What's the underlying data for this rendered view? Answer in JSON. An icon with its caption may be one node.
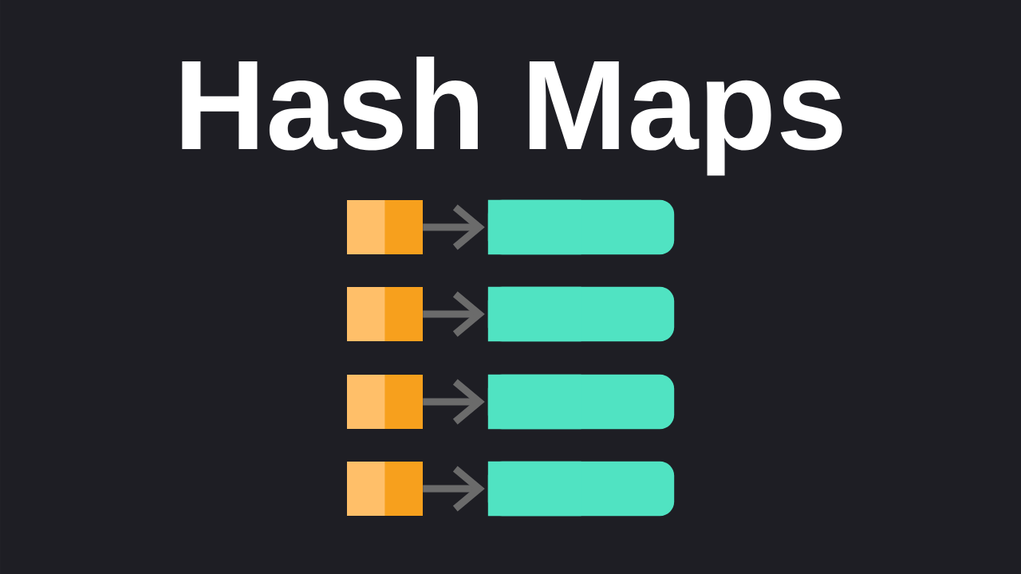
{
  "diagram": {
    "title": "Hash Maps",
    "nodes": [
      {
        "text": [],
        "shape": "box"
      },
      {
        "text": [],
        "shape": "bar"
      },
      {
        "text": [],
        "shape": "box"
      },
      {
        "text": [],
        "shape": "bar"
      },
      {
        "text": [],
        "shape": "box"
      },
      {
        "text": [],
        "shape": "bar"
      },
      {
        "text": [],
        "shape": "box"
      },
      {
        "text": [],
        "shape": "bar"
      }
    ],
    "edges": [
      {
        "from": 0,
        "to": 1,
        "arrow": "to"
      },
      {
        "from": 2,
        "to": 3,
        "arrow": "to"
      },
      {
        "from": 4,
        "to": 5,
        "arrow": "to"
      },
      {
        "from": 6,
        "to": 7,
        "arrow": "to"
      }
    ]
  }
}
